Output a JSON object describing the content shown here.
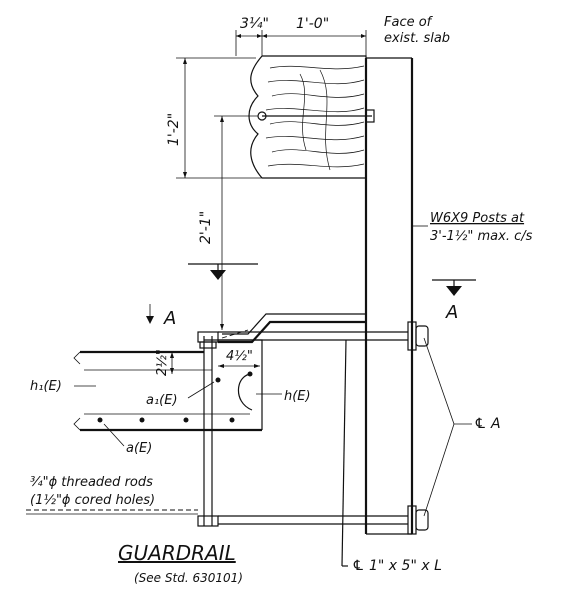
{
  "dimensions": {
    "d_3_4_in": "3¼\"",
    "d_1_0_ft": "1'-0\"",
    "d_1_2_ft": "1'-2\"",
    "d_2_1_ft": "2'-1\"",
    "d_2_1_2_in": "2½\"",
    "d_4_1_2_in": "4½\""
  },
  "labels": {
    "face_line1": "Face of",
    "face_line2": "exist. slab",
    "posts_line1": "W6X9 Posts at",
    "posts_line2": "3'-1½\" max. c/s",
    "section_left": "A",
    "section_right": "A",
    "h1": "h₁(E)",
    "a1": "a₁(E)",
    "h": "h(E)",
    "a": "a(E)",
    "plate_a": "℄ A",
    "rods_line1": "¾\"ϕ threaded rods",
    "rods_line2": "(1½\"ϕ cored holes)",
    "plate_dims": "℄ 1\" x 5\" x L",
    "title": "GUARDRAIL",
    "subtitle": "(See Std. 630101)"
  }
}
